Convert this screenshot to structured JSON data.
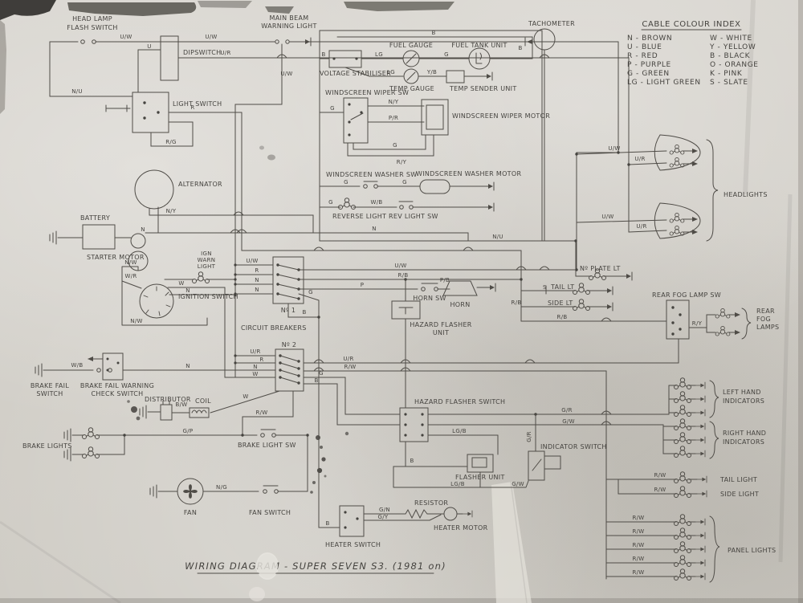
{
  "title": "WIRING DIAGRAM - SUPER SEVEN S3. (1981 on)",
  "colors": {
    "paper": "#d6d3cc",
    "ink": "#4f4c47"
  },
  "cable_colour_index": {
    "title": "CABLE COLOUR INDEX",
    "col1": [
      "N - BROWN",
      "U - BLUE",
      "R - RED",
      "P - PURPLE",
      "G - GREEN",
      "LG - LIGHT GREEN"
    ],
    "col2": [
      "W - WHITE",
      "Y - YELLOW",
      "B - BLACK",
      "O - ORANGE",
      "K - PINK",
      "S - SLATE"
    ]
  },
  "c": {
    "head_lamp_flash_switch": [
      "HEAD LAMP",
      "FLASH SWITCH"
    ],
    "dipswitch": "DIPSWITCH",
    "light_switch": "LIGHT SWITCH",
    "main_beam_warning_light": [
      "MAIN BEAM",
      "WARNING LIGHT"
    ],
    "voltage_stabiliser": "VOLTAGE STABILISER",
    "fuel_gauge": "FUEL GAUGE",
    "fuel_tank_unit": "FUEL TANK UNIT",
    "tachometer": "TACHOMETER",
    "temp_gauge": "TEMP GAUGE",
    "temp_sender_unit": "TEMP SENDER UNIT",
    "windscreen_wiper_sw": "WINDSCREEN WIPER SW",
    "windscreen_wiper_motor": "WINDSCREEN WIPER MOTOR",
    "windscreen_washer_sw": "WINDSCREEN WASHER SW",
    "windscreen_washer_motor": "WINDSCREEN WASHER MOTOR",
    "reverse_light": "REVERSE LIGHT",
    "rev_light_sw": "REV LIGHT SW",
    "alternator": "ALTERNATOR",
    "battery": "BATTERY",
    "starter_motor": "STARTER MOTOR",
    "ign_warn_light": [
      "IGN",
      "WARN",
      "LIGHT"
    ],
    "ignition_switch": "IGNITION SWITCH",
    "circuit_breakers": "CIRCUIT BREAKERS",
    "no1": "Nº 1",
    "no2": "Nº 2",
    "horn_sw": "HORN SW",
    "horn": "HORN",
    "hazard_flasher_unit": [
      "HAZARD FLASHER",
      "UNIT"
    ],
    "headlights": "HEADLIGHTS",
    "no_plate_lt": "Nº PLATE LT",
    "tail_lt": "TAIL LT",
    "s_mark": "S",
    "side_lt": "SIDE LT",
    "rear_fog_lamp_sw": "REAR FOG LAMP SW",
    "rear_fog_lamps": [
      "REAR",
      "FOG",
      "LAMPS"
    ],
    "brake_fail_switch": [
      "BRAKE FAIL",
      "SWITCH"
    ],
    "brake_fail_warning_check_switch": [
      "BRAKE FAIL WARNING",
      "CHECK SWITCH"
    ],
    "distributor": "DISTRIBUTOR",
    "coil": "COIL",
    "brake_lights": "BRAKE LIGHTS",
    "brake_light_sw": "BRAKE LIGHT SW",
    "hazard_flasher_switch": "HAZARD FLASHER SWITCH",
    "flasher_unit": "FLASHER UNIT",
    "indicator_switch": "INDICATOR SWITCH",
    "left_hand_indicators": [
      "LEFT HAND",
      "INDICATORS"
    ],
    "right_hand_indicators": [
      "RIGHT HAND",
      "INDICATORS"
    ],
    "tail_light": "TAIL LIGHT",
    "side_light": "SIDE LIGHT",
    "panel_lights": "PANEL LIGHTS",
    "fan": "FAN",
    "fan_switch": "FAN SWITCH",
    "heater_switch": "HEATER SWITCH",
    "resistor": "RESISTOR",
    "heater_motor": "HEATER MOTOR"
  },
  "wl": {
    "fl1": "U/W",
    "fl2": "U/W",
    "dip_u": "U",
    "dip_ur": "U/R",
    "ls_nu": "N/U",
    "ls_r": "R",
    "ls_rg": "R/G",
    "mbw_uw": "U/W",
    "top_b": "B",
    "vs_b": "B",
    "vs_lg": "LG",
    "fg_g": "G",
    "tach_b": "B",
    "tg_lg": "LG",
    "tg_yb": "Y/B",
    "wip_g": "G",
    "wip_ny": "N/Y",
    "wip_pr": "P/R",
    "wip_g2": "G",
    "wip_ry": "R/Y",
    "wash_g1": "G",
    "wash_g2": "G",
    "rev_g": "G",
    "rev_wb": "W/B",
    "alt_ny": "N/Y",
    "bat_n1": "N",
    "bat_n2": "N",
    "feed_nu": "N/U",
    "ign_nw1": "N/W",
    "ign_wr": "W/R",
    "ign_w": "W",
    "ign_n": "N",
    "ign_nw2": "N/W",
    "l_uw": "U/W",
    "l_r": "R",
    "l_n1": "N",
    "l_n2": "N",
    "r_uw": "U/W",
    "r_rb": "R/B",
    "r_p": "P",
    "horn_pb": "P/B",
    "nr1_g": "G",
    "nr1_b": "B",
    "hl_uw1": "U/W",
    "hl_ur1": "U/R",
    "hl_uw2": "U/W",
    "hl_ur2": "U/R",
    "side_rb": "R/B",
    "fog_rb": "R/B",
    "fog_ry": "R/Y",
    "bf_wb": "W/B",
    "bf_n": "N",
    "l2_ur": "U/R",
    "l2_r": "R",
    "l2_n": "N",
    "l2_w": "W",
    "r2_ur": "U/R",
    "r2_rw": "R/W",
    "b2_g": "G",
    "b2_b": "B",
    "b2_w": "W",
    "b2_rw": "R/W",
    "dist_bw": "B/W",
    "bl_gp": "G/P",
    "fan_ng": "N/G",
    "hz_gr1": "G/R",
    "hz_gw1": "G/W",
    "hz_lgb1": "LG/B",
    "hz_gr2": "G/R",
    "hz_b": "B",
    "hz_lgb2": "LG/B",
    "hz_gw2": "G/W",
    "tail_rw": "R/W",
    "side_rw": "R/W",
    "panel": [
      "R/W",
      "R/W",
      "R/W",
      "R/W",
      "R/W"
    ],
    "ht_gn": "G/N",
    "ht_gy": "G/Y",
    "ht_b": "B"
  }
}
